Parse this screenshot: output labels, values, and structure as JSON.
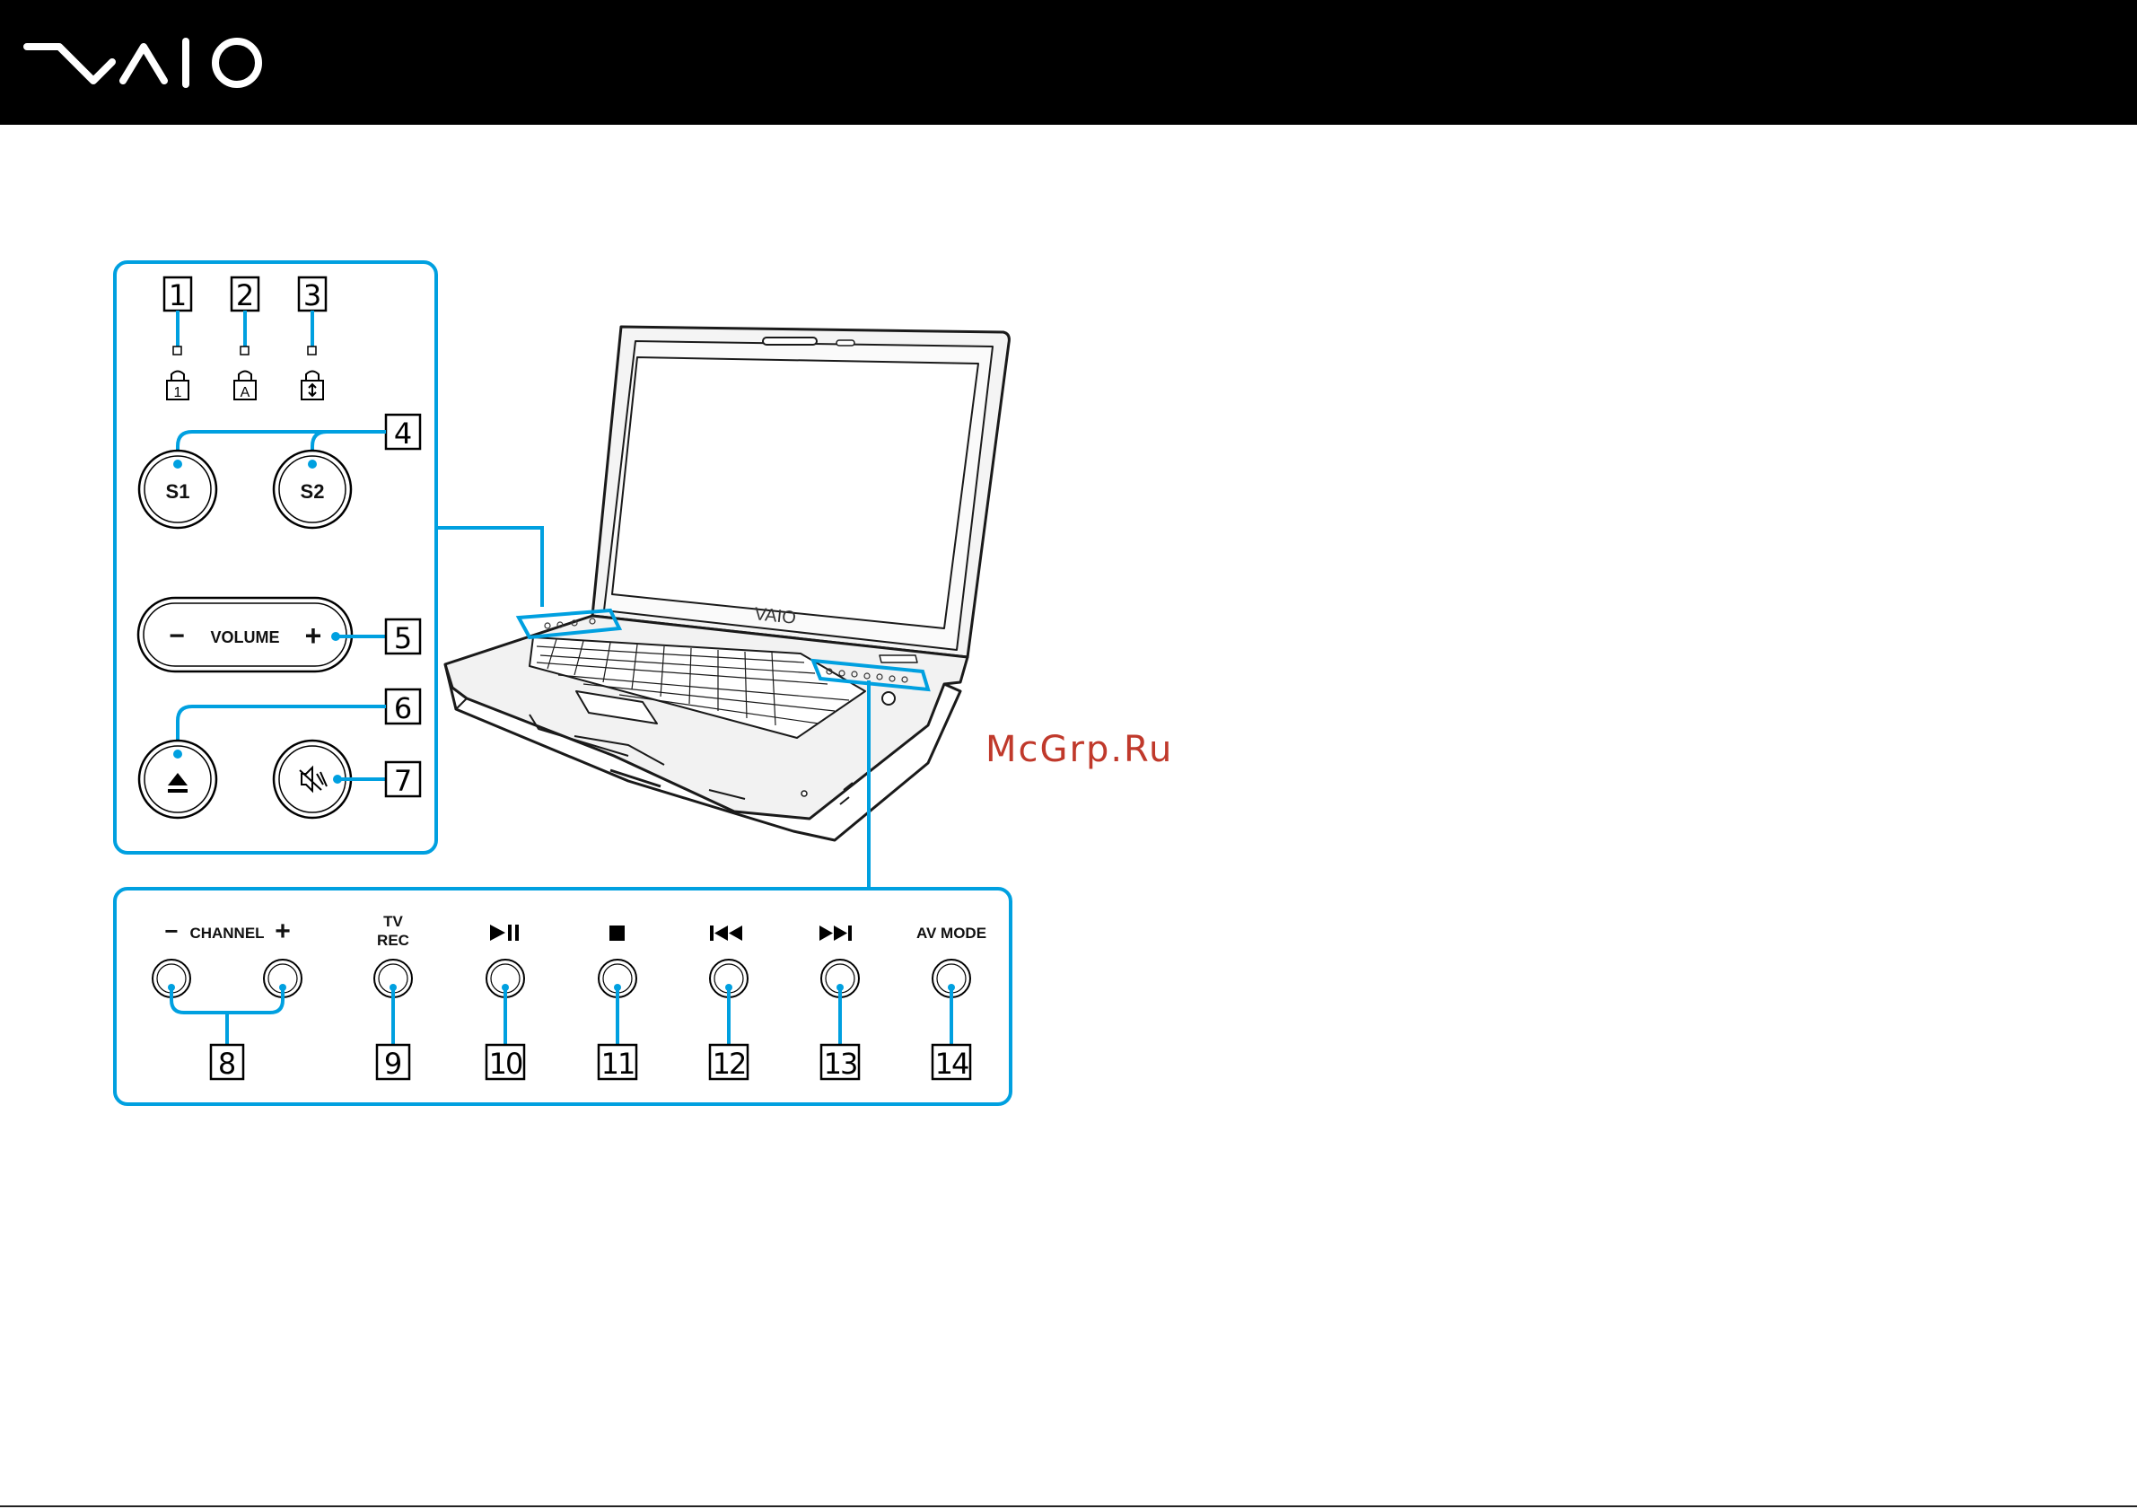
{
  "header": {
    "logo_text": "VAIO",
    "background": "#000000",
    "logo_color": "#ffffff"
  },
  "colors": {
    "accent": "#00a0e0",
    "line": "#1a1a1a",
    "watermark": "#c0392b"
  },
  "status_indicators": [
    {
      "number": "1",
      "icon": "num-lock-icon"
    },
    {
      "number": "2",
      "icon": "caps-lock-icon"
    },
    {
      "number": "3",
      "icon": "scroll-lock-icon"
    }
  ],
  "s_buttons": {
    "number": "4",
    "s1": "S1",
    "s2": "S2"
  },
  "volume": {
    "number": "5",
    "minus": "−",
    "label": "VOLUME",
    "plus": "+"
  },
  "eject": {
    "number": "6",
    "icon": "eject-icon"
  },
  "mute": {
    "number": "7",
    "icon": "mute-icon"
  },
  "media_panel": {
    "channel": {
      "number": "8",
      "minus": "−",
      "label": "CHANNEL",
      "plus": "+"
    },
    "tv_rec": {
      "number": "9",
      "line1": "TV",
      "line2": "REC"
    },
    "play_pause": {
      "number": "10",
      "icon": "play-pause-icon"
    },
    "stop": {
      "number": "11",
      "icon": "stop-icon"
    },
    "previous": {
      "number": "12",
      "icon": "previous-track-icon"
    },
    "next": {
      "number": "13",
      "icon": "next-track-icon"
    },
    "av_mode": {
      "number": "14",
      "label": "AV MODE"
    }
  },
  "laptop": {
    "lid_logo": "VAIO"
  },
  "watermark": "McGrp.Ru"
}
